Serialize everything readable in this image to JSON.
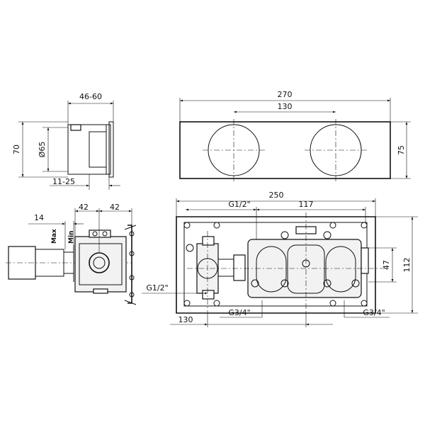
{
  "labels": {
    "d_46_60": "46-60",
    "d_70": "70",
    "d_65": "Ø65",
    "d_11_25": "11-25",
    "d_270": "270",
    "d_130_top": "130",
    "d_75": "75",
    "d_250": "250",
    "d_g12_top": "G1/2\"",
    "d_117": "117",
    "d_47": "47",
    "d_112": "112",
    "d_14": "14",
    "d_42_a": "42",
    "d_42_b": "42",
    "d_max": "Max",
    "d_min": "Min",
    "d_g12_left": "G1/2\"",
    "d_130_bottom": "130",
    "d_g34_a": "G3/4\"",
    "d_g34_b": "G3/4\""
  }
}
